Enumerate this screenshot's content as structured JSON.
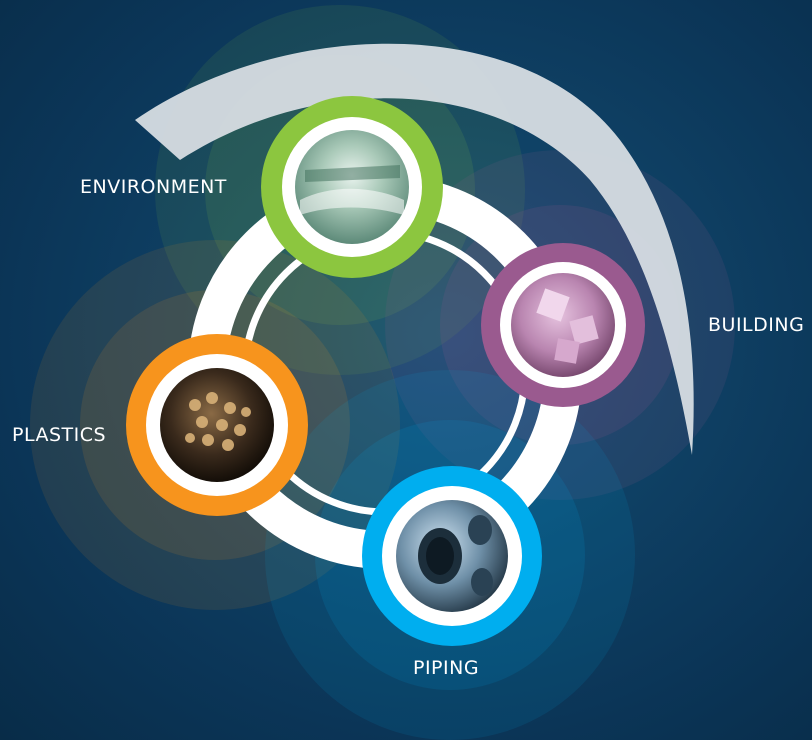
{
  "diagram": {
    "nodes": [
      {
        "id": "environment",
        "label": "ENVIRONMENT",
        "color": "#8cc63f",
        "image": "waterfall"
      },
      {
        "id": "building",
        "label": "BUILDING",
        "color": "#9a5a8f",
        "image": "cubes"
      },
      {
        "id": "plastics",
        "label": "PLASTICS",
        "color": "#f7941d",
        "image": "pellets"
      },
      {
        "id": "piping",
        "label": "PIPING",
        "color": "#00aeef",
        "image": "pipes"
      }
    ],
    "ring_color": "#ffffff",
    "arc_color": "#d7dde3"
  }
}
